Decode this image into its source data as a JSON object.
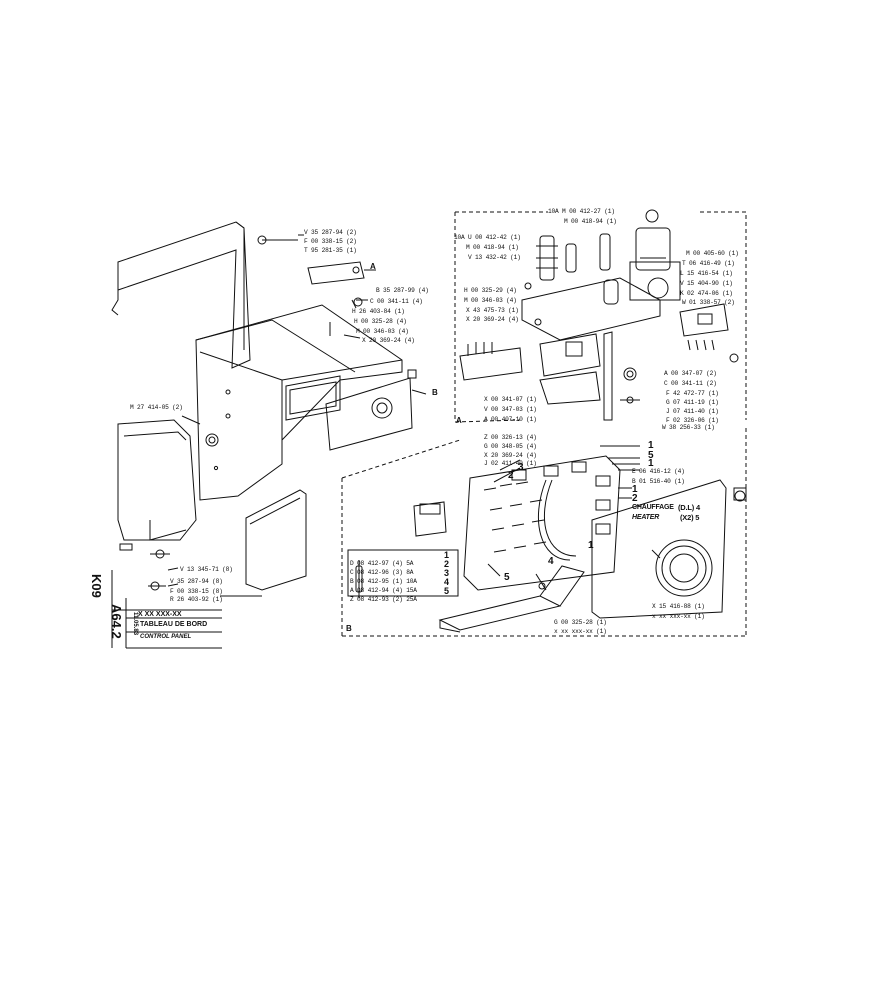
{
  "sheet": {
    "side_code": "K09",
    "side_ref": "A64.2",
    "date": "11.05.83",
    "title_code": "X XX XXX-XX",
    "title_fr": "TABLEAU DE BORD",
    "title_en": "CONTROL PANEL"
  },
  "main_view": {
    "callouts_top": [
      "V 35 287-94 (2)",
      "F 00 338-15 (2)",
      "T 95 281-35 (1)"
    ],
    "callouts_mid": [
      "B 35 287-99 (4)",
      "C 00 341-11 (4)",
      "H 26 403-84 (1)",
      "H 00 325-28 (4)",
      "M 00 346-03 (4)",
      "X 20 369-24 (4)"
    ],
    "left_callout": "M 27 414-05 (2)",
    "callouts_bottom": [
      "V 13 345-71 (8)",
      "V 35 287-94 (8)",
      "F 00 338-15 (8)",
      "R 26 403-92 (1)"
    ],
    "marker_a": "A",
    "marker_b": "B"
  },
  "view_a": {
    "top_left": [
      "10A U 00 412-42 (1)",
      "M 00 418-94 (1)",
      "V 13 432-42 (1)"
    ],
    "top_center": [
      "10A M 00 412-27 (1)",
      "M 00 418-94 (1)"
    ],
    "right": [
      "M 00 405-60 (1)",
      "T 06 416-49 (1)",
      "L 15 416-54 (1)",
      "V 15 404-90 (1)",
      "K 02 474-06 (1)",
      "W 01 338-57 (2)"
    ],
    "left_mid": [
      "H 00 325-29 (4)",
      "M 00 346-03 (4)",
      "X 43 475-73 (1)",
      "X 20 369-24 (4)"
    ],
    "bottom_right": [
      "A 00 347-07 (2)",
      "C 00 341-11 (2)",
      "F 42 472-77 (1)",
      "G 07 411-19 (1)",
      "J 07 411-40 (1)",
      "F 02 326-06 (1)",
      "W 38 256-33 (1)"
    ],
    "bottom_left": [
      "X 00 341-07 (1)",
      "V 00 347-03 (1)",
      "A 00 407-10 (1)"
    ],
    "marker": "A"
  },
  "view_b": {
    "top_left": [
      "Z 00 326-13 (4)",
      "G 00 348-05 (4)",
      "X 20 369-24 (4)",
      "J 02 411-40 (1)"
    ],
    "right_upper": [
      "E 06 416-12 (4)",
      "B 01 516-40 (1)"
    ],
    "heater_fr": "CHAUFFAGE",
    "heater_en": "HEATER",
    "heater_opt1": "(D.L) 4",
    "heater_opt2": "(X2) 5",
    "right_lower": [
      "X 15 416-88 (1)",
      "x xx xxx-xx (1)"
    ],
    "bottom_center": [
      "G 00 325-28 (1)",
      "x xx xxx-xx (1)"
    ],
    "fuse_list": [
      {
        "text": "D 08 412-97 (4) 5A",
        "num": "1"
      },
      {
        "text": "C 08 412-96 (3) 8A",
        "num": "2"
      },
      {
        "text": "B 08 412-95 (1) 10A",
        "num": "3"
      },
      {
        "text": "A 08 412-94 (4) 15A",
        "num": "4"
      },
      {
        "text": "Z 08 412-93 (2) 25A",
        "num": "5"
      }
    ],
    "numbers": [
      "1",
      "5",
      "1",
      "1",
      "2",
      "3",
      "4",
      "5",
      "2",
      "1"
    ],
    "marker": "B"
  }
}
